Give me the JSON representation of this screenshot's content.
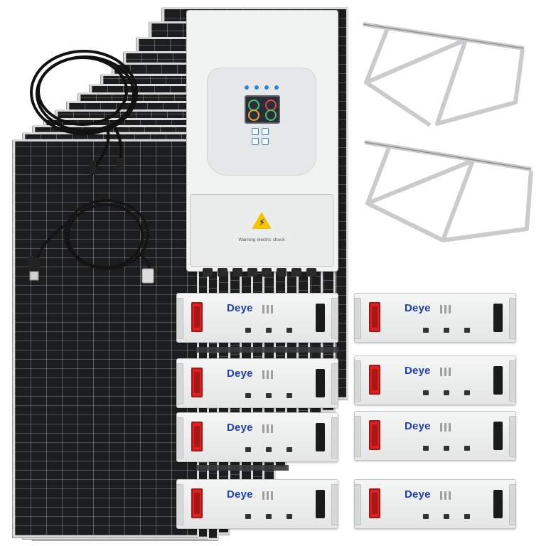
{
  "image": {
    "description_labels": {
      "inverter_warning": "Warning electric shock",
      "battery_brand": "Deye"
    },
    "counts": {
      "solar_panels": 14,
      "batteries": 8,
      "mounting_brackets": 2,
      "cables": 2
    },
    "colors": {
      "panel": "#1c1d1f",
      "panel_frame": "#d9d9d9",
      "inverter_body": "#f1f2f2",
      "warning_yellow": "#f4c400",
      "battery_terminal": "#e02020",
      "brand_blue": "#1f3fae",
      "bracket": "#c9cbcd"
    }
  }
}
